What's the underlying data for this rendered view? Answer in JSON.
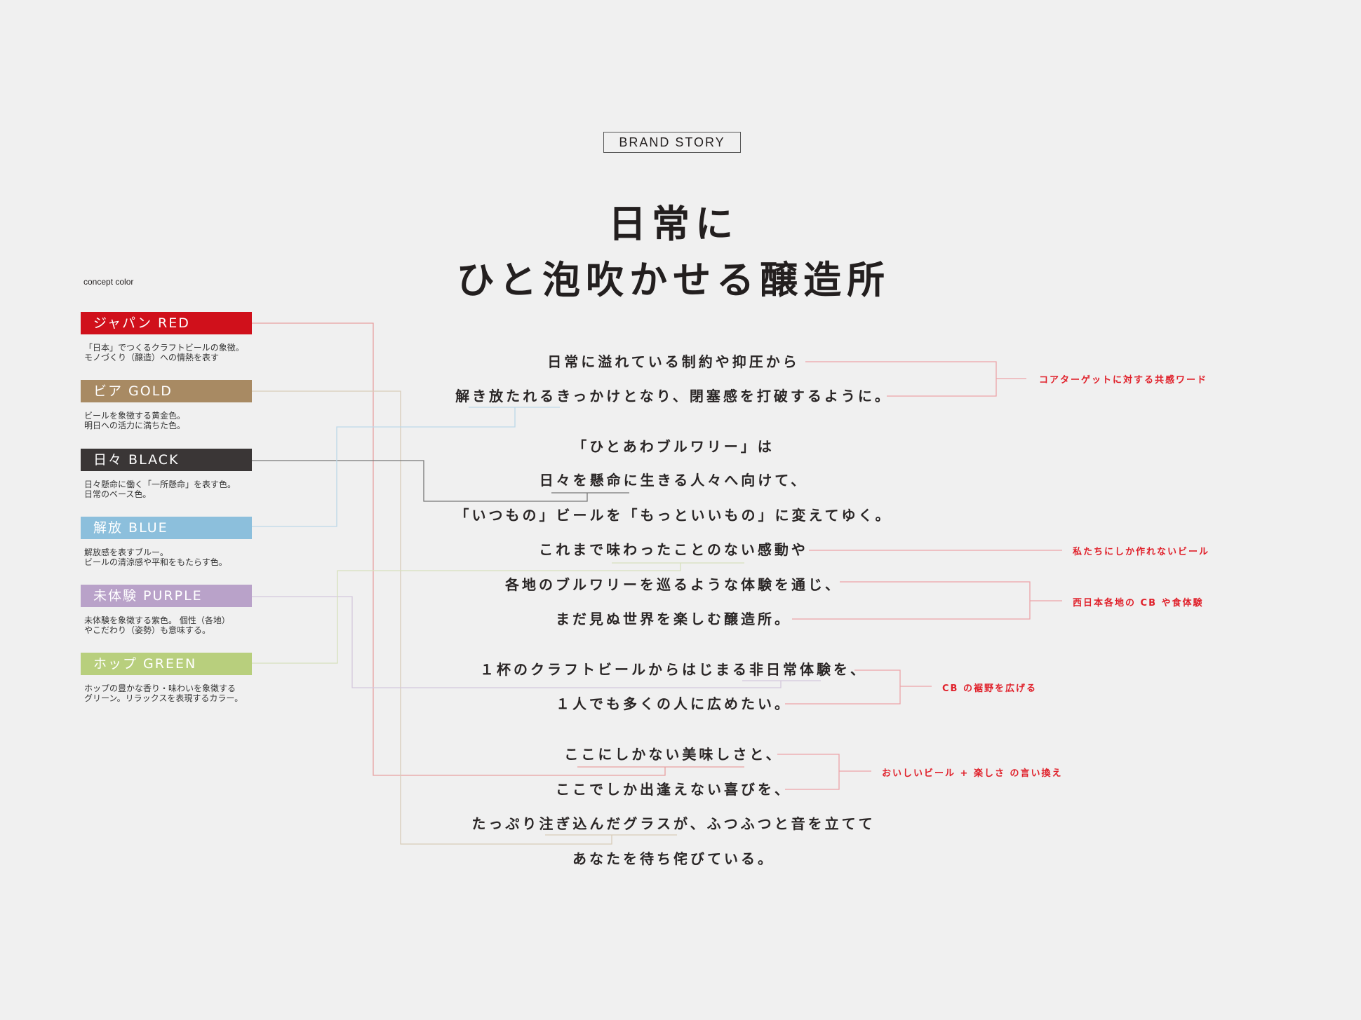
{
  "badge": "BRAND STORY",
  "title": {
    "line1": "日常に",
    "line2": "ひと泡吹かせる醸造所"
  },
  "concept_label": "concept color",
  "colors": [
    {
      "name": "ジャパン RED",
      "hex": "#d0101b",
      "desc1": "「日本」でつくるクラフトビールの象徴。",
      "desc2": "モノづくり（醸造）への情熱を表す"
    },
    {
      "name": "ビア GOLD",
      "hex": "#a88a63",
      "desc1": "ビールを象徴する黄金色。",
      "desc2": "明日への活力に満ちた色。"
    },
    {
      "name": "日々 BLACK",
      "hex": "#3a3636",
      "desc1": "日々懸命に働く「一所懸命」を表す色。",
      "desc2": "日常のベース色。"
    },
    {
      "name": "解放 BLUE",
      "hex": "#8cbfdc",
      "desc1": "解放感を表すブルー。",
      "desc2": "ビールの清涼感や平和をもたらす色。"
    },
    {
      "name": "未体験 PURPLE",
      "hex": "#b9a2c9",
      "desc1": "未体験を象徴する紫色。 個性（各地）",
      "desc2": "やこだわり（姿勢）も意味する。"
    },
    {
      "name": "ホップ GREEN",
      "hex": "#b8cf7d",
      "desc1": "ホップの豊かな香り・味わいを象徴する",
      "desc2": "グリーン。リラックスを表現するカラー。"
    }
  ],
  "story": [
    "日常に溢れている制約や抑圧から",
    "解き放たれるきっかけとなり、閉塞感を打破するように。",
    "「ひとあわブルワリー」は",
    "日々を懸命に生きる人々へ向けて、",
    "「いつもの」ビールを「もっといいもの」に変えてゆく。",
    "これまで味わったことのない感動や",
    "各地のブルワリーを巡るような体験を通じ、",
    "まだ見ぬ世界を楽しむ醸造所。",
    "１杯のクラフトビールからはじまる非日常体験を、",
    "１人でも多くの人に広めたい。",
    "ここにしかない美味しさと、",
    "ここでしか出逢えない喜びを、",
    "たっぷり注ぎ込んだグラスが、ふつふつと音を立てて",
    "あなたを待ち侘びている。"
  ],
  "notes": [
    "コアターゲットに対する共感ワード",
    "私たちにしか作れないビール",
    "西日本各地の CB や食体験",
    "CB の裾野を広げる",
    "おいしいビール + 楽しさ の言い換え"
  ],
  "note_color": "#e0202a"
}
